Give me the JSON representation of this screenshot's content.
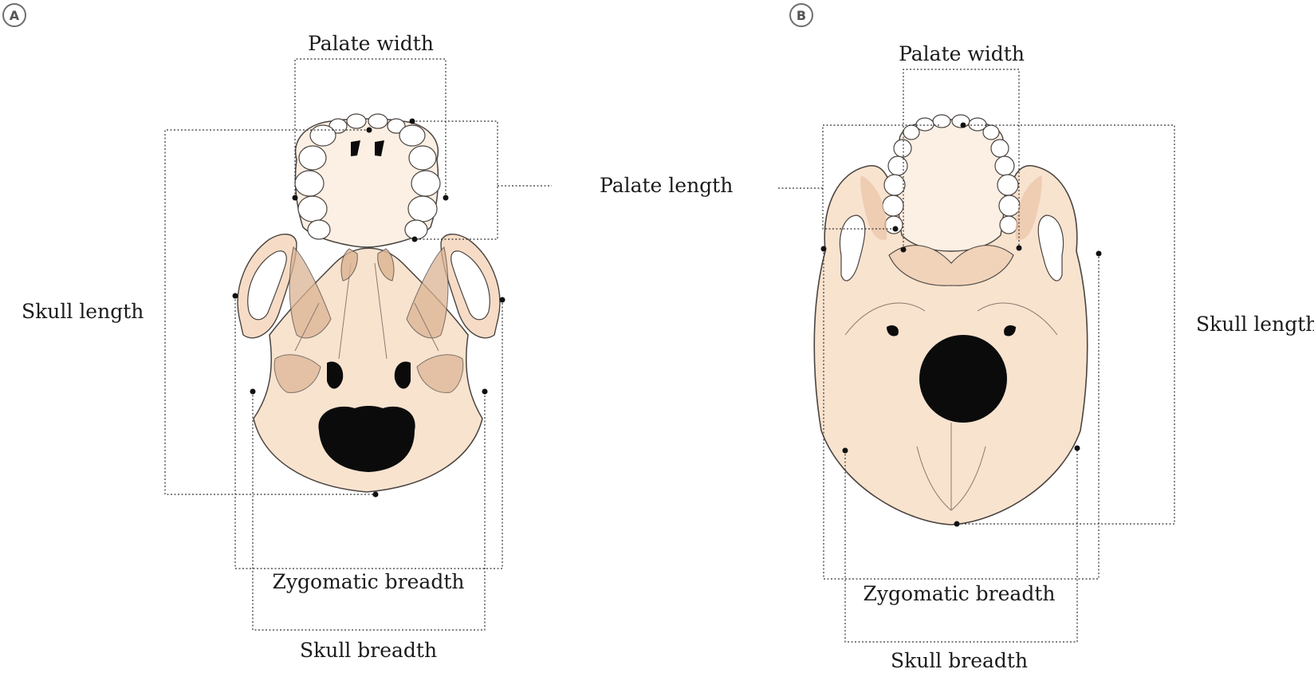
{
  "colors": {
    "bone": "#f8e3cf",
    "bone_light": "#fcefe3",
    "bone_shade": "#e9c3a6",
    "muscle": "#dcb493",
    "outline": "#4a4440",
    "foramen": "#0b0b0b",
    "measure_line": "#333333"
  },
  "panels": [
    {
      "badge": "A",
      "labels": {
        "palate_width": "Palate width",
        "skull_length": "Skull length",
        "zygomatic_breadth": "Zygomatic breadth",
        "skull_breadth": "Skull breadth"
      }
    },
    {
      "badge": "B",
      "labels": {
        "palate_width": "Palate width",
        "skull_length": "Skull length",
        "zygomatic_breadth": "Zygomatic breadth",
        "skull_breadth": "Skull breadth"
      }
    }
  ],
  "shared": {
    "palate_length": "Palate length"
  },
  "icons": {
    "skull_a": "skull-ventral-view-icon",
    "skull_b": "skull-ventral-view-icon"
  }
}
